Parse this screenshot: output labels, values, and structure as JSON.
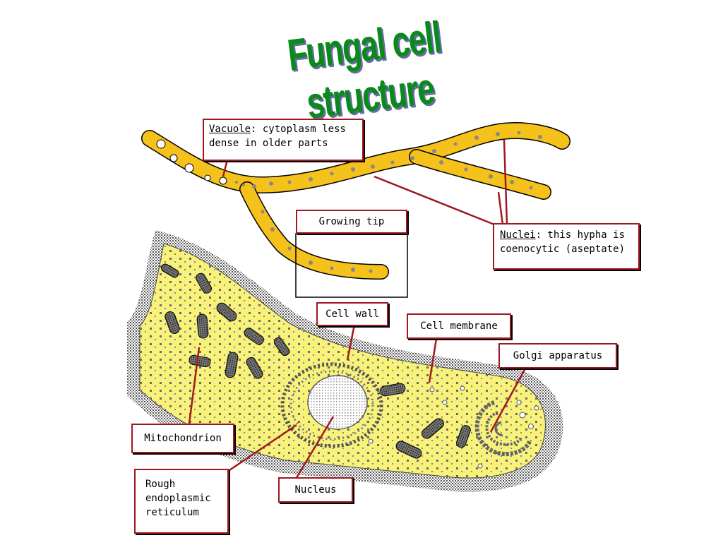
{
  "title": "Fungal cell structure",
  "labels": {
    "vacuole_term": "Vacuole",
    "vacuole_line1_rest": ": cytoplasm less",
    "vacuole_line2": "dense in older parts",
    "growing_tip": "Growing tip",
    "nuclei_term": "Nuclei",
    "nuclei_line1_rest": ": this hypha is",
    "nuclei_line2": "coenocytic (aseptate)",
    "cell_wall": "Cell wall",
    "cell_membrane": "Cell membrane",
    "golgi": "Golgi apparatus",
    "mitochondrion": "Mitochondrion",
    "rer_line1": "Rough",
    "rer_line2": "endoplasmic",
    "rer_line3": "reticulum",
    "nucleus": "Nucleus"
  },
  "colors": {
    "hypha_fill": "#f5c21b",
    "cell_fill": "#f8f27a",
    "label_border": "#a01820",
    "title_green": "#0a8a1a"
  }
}
